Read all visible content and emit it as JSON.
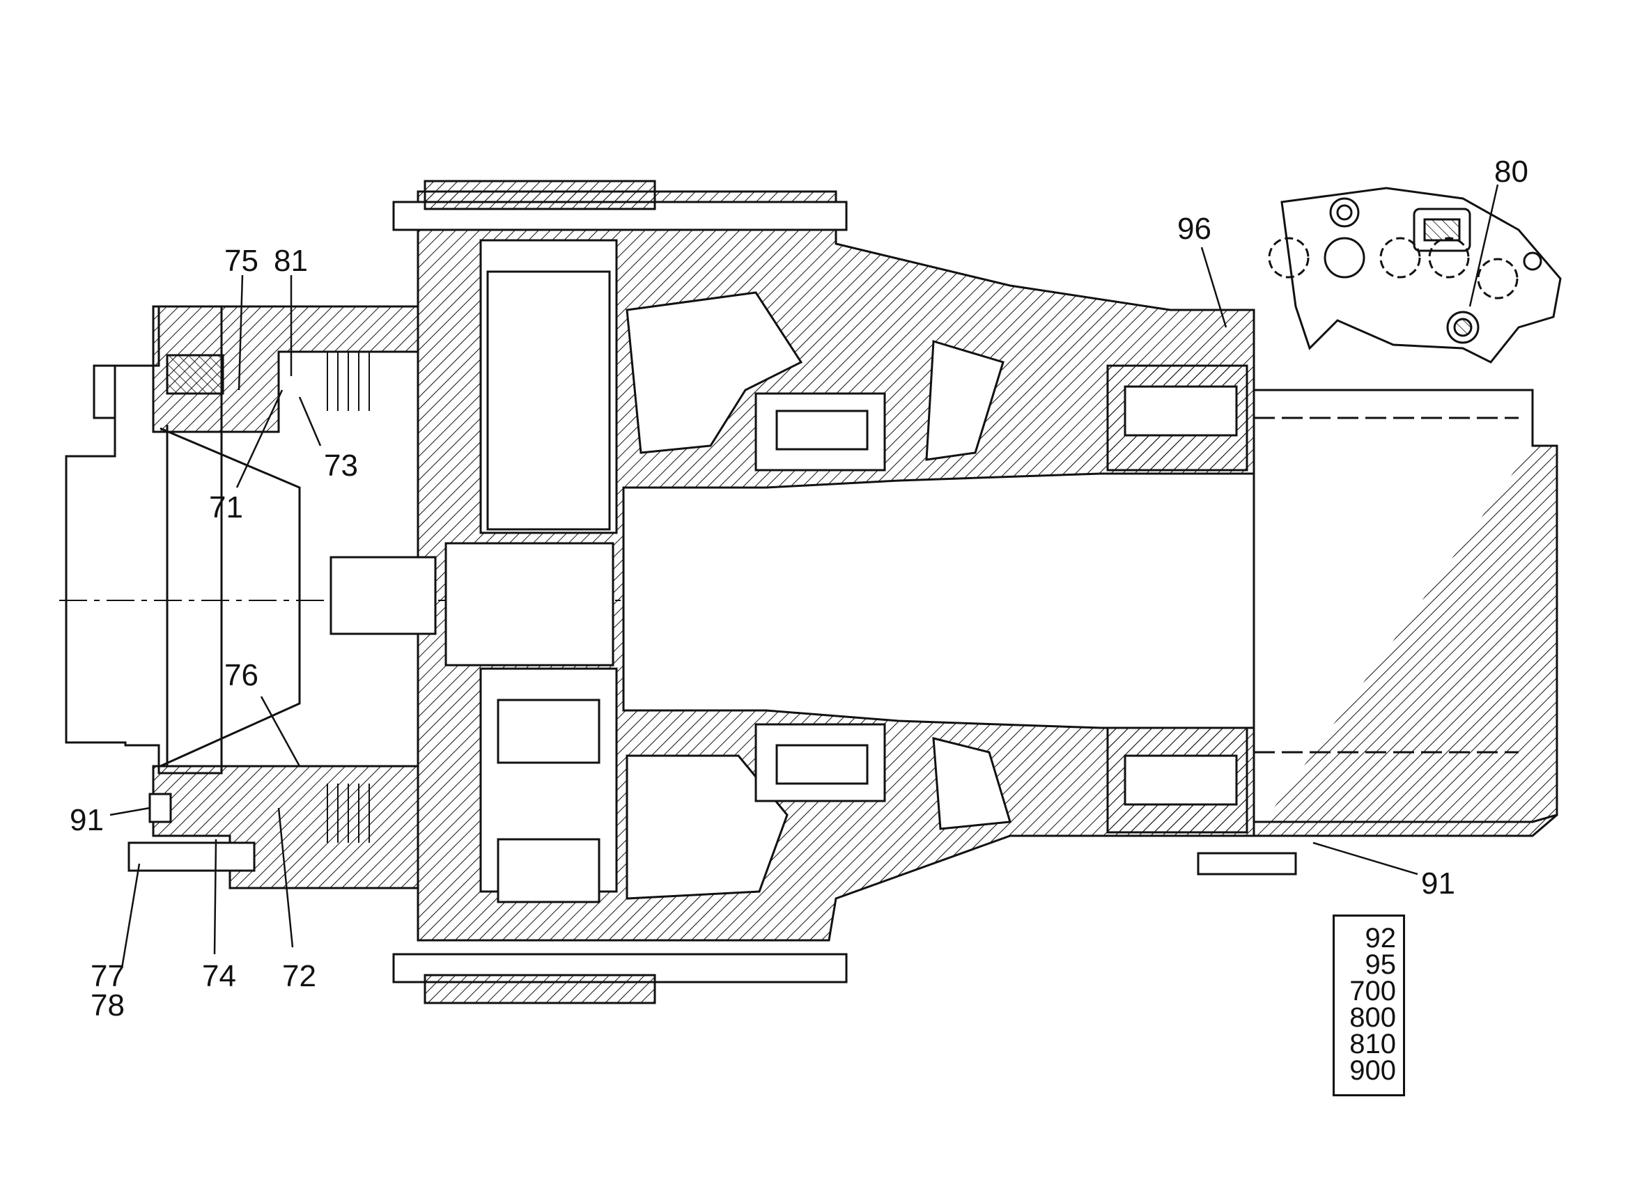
{
  "callouts": {
    "c75": "75",
    "c81": "81",
    "c73": "73",
    "c71": "71",
    "c76": "76",
    "c91_left": "91",
    "c77": "77",
    "c78": "78",
    "c74": "74",
    "c72": "72",
    "c96": "96",
    "c80": "80",
    "c91_right": "91"
  },
  "legend": {
    "items": [
      "92",
      "95",
      "700",
      "800",
      "810",
      "900"
    ]
  },
  "colors": {
    "ink": "#111111",
    "paper": "#ffffff"
  }
}
